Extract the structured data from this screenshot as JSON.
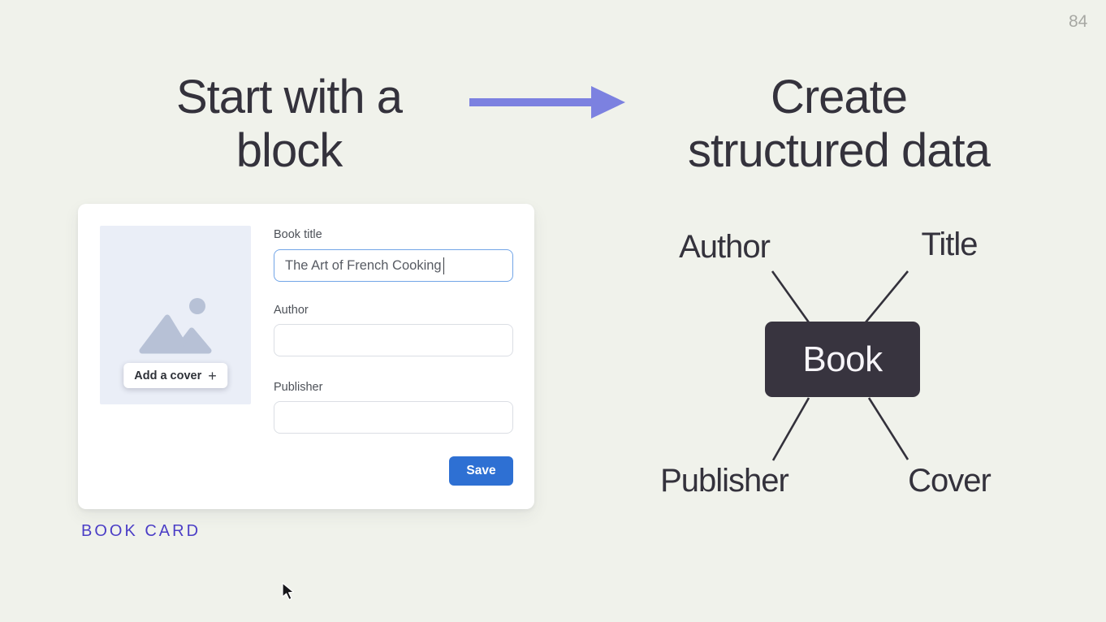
{
  "page_number": "84",
  "headings": {
    "left": {
      "line1": "Start with a",
      "line2": "block"
    },
    "right": {
      "line1": "Create",
      "line2": "structured data"
    }
  },
  "book_card": {
    "cover": {
      "button_label": "Add a cover",
      "plus_glyph": "+"
    },
    "fields": [
      {
        "label": "Book title",
        "value": "The Art of French Cooking",
        "focused": true
      },
      {
        "label": "Author",
        "value": ""
      },
      {
        "label": "Publisher",
        "value": ""
      }
    ],
    "save_button": "Save",
    "caption": "BOOK CARD"
  },
  "diagram": {
    "center_label": "Book",
    "node_labels": {
      "top_left": "Author",
      "top_right": "Title",
      "bottom_left": "Publisher",
      "bottom_right": "Cover"
    }
  },
  "icons": {
    "arrow": "arrow-right-icon",
    "image_placeholder": "image-placeholder-icon",
    "mouse_cursor": "mouse-cursor-icon",
    "text_caret": "text-caret"
  },
  "colors": {
    "background": "#f0f2eb",
    "heading_text": "#34323c",
    "arrow_accent": "#7c81e0",
    "cover_placeholder": "#eaeef7",
    "cover_icon": "#b7c1d6",
    "focused_input_border": "#72a5e7",
    "input_border": "#dbdee4",
    "save_button": "#2e70d3",
    "caption_accent": "#4b3ec6",
    "book_box": "#38343f",
    "book_box_text": "#f7f5f9",
    "page_number": "#a7a8a3"
  }
}
